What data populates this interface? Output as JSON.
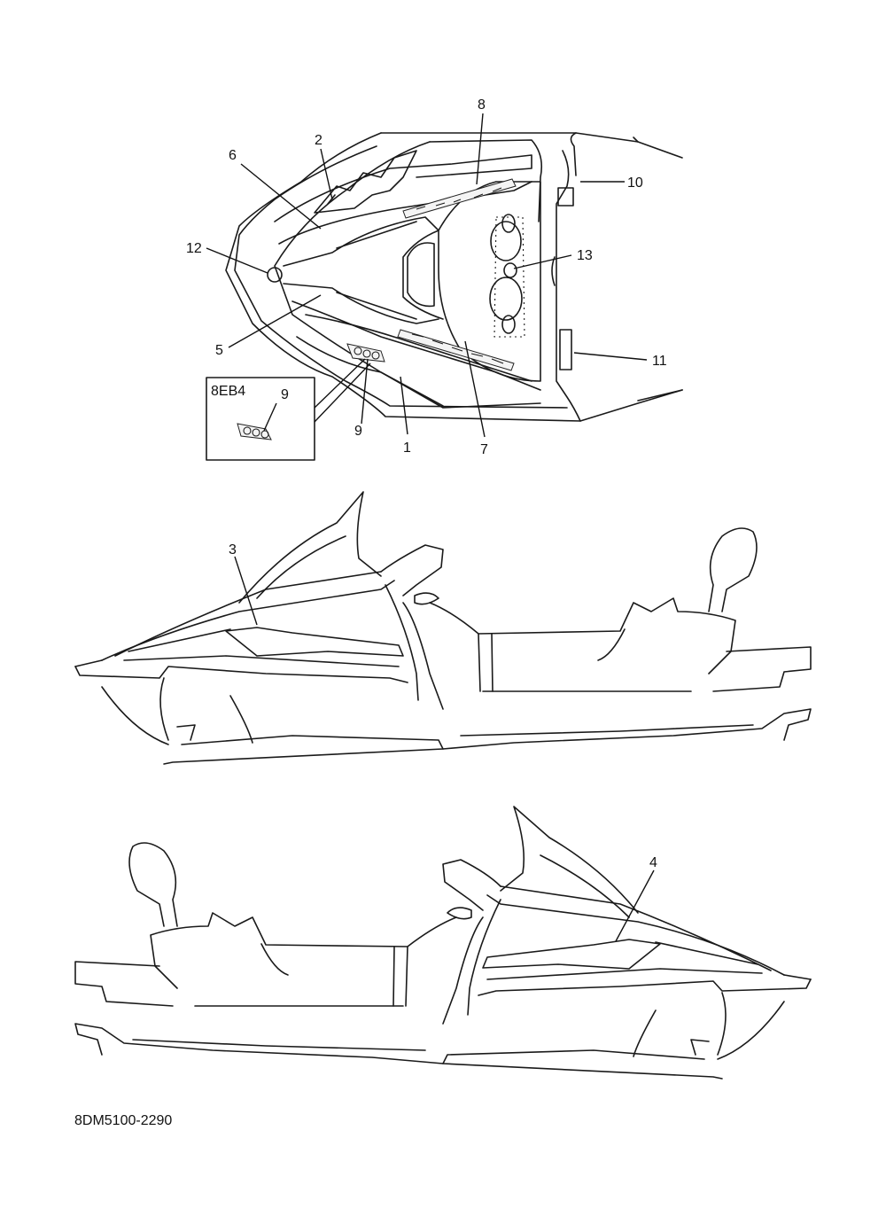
{
  "diagram": {
    "part_code": "8DM5100-2290",
    "inset_label": "8EB4",
    "callouts": {
      "c1": "1",
      "c2": "2",
      "c3": "3",
      "c4": "4",
      "c5": "5",
      "c6": "6",
      "c7": "7",
      "c8": "8",
      "c9a": "9",
      "c9b": "9",
      "c10": "10",
      "c11": "11",
      "c12": "12",
      "c13": "13"
    }
  }
}
